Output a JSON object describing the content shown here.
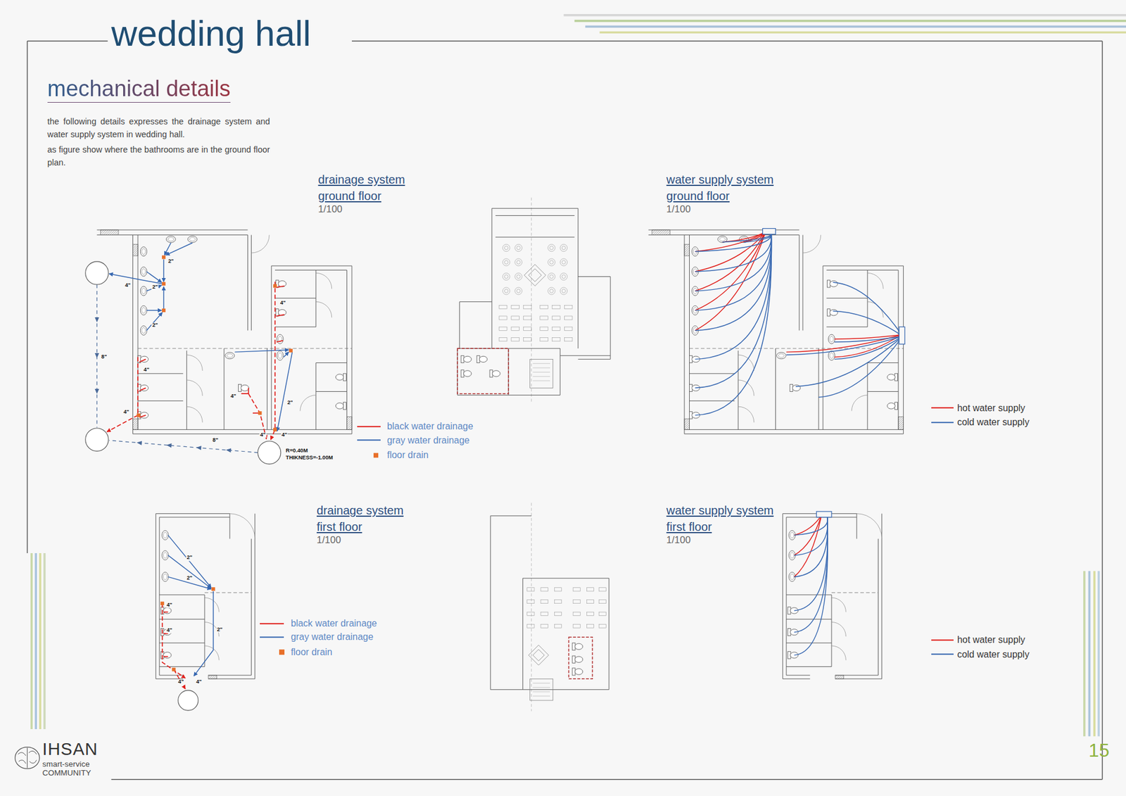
{
  "diagram": {
    "title": "wedding hall",
    "labels": [
      "mechanical details",
      "the following details expresses the drainage system and water supply system in wedding hall.",
      "as figure show where the bathrooms are in the ground floor plan.",
      "drainage system ground floor",
      "1/100",
      "water supply system ground floor",
      "1/100",
      "2\"",
      "4\"",
      "2\"",
      "2\"",
      "8\"",
      "4\"",
      "4\"",
      "4\"",
      "2\"",
      "4\"",
      "4\"",
      "4\"",
      "8\"",
      "R=0.40M",
      "THIKNESS=-1.00M",
      "drainage system first floor",
      "1/100",
      "water supply system first floor",
      "1/100",
      "2\"",
      "2\"",
      "2\"",
      "4\"",
      "4\"",
      "4\"",
      "4\"",
      "IHSAN",
      "smart-service",
      "COMMUNITY",
      "15"
    ],
    "legend": [
      {
        "text": "black water drainage"
      },
      {
        "text": "gray water drainage"
      },
      {
        "text": "floor drain",
        "color": "#e8702a"
      },
      {
        "text": "hot water supply"
      },
      {
        "text": "cold water supply"
      },
      {
        "text": "black water drainage"
      },
      {
        "text": "gray water drainage"
      },
      {
        "text": "floor drain",
        "color": "#e8702a"
      },
      {
        "text": "hot water supply"
      },
      {
        "text": "cold water supply"
      }
    ]
  }
}
